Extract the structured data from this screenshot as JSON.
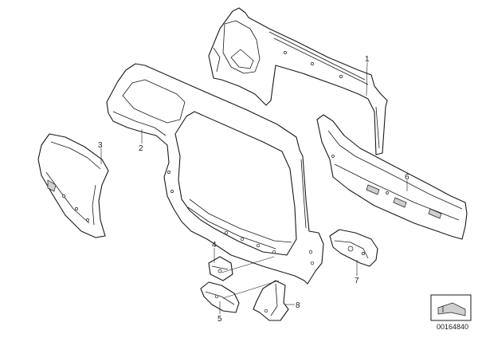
{
  "callouts": {
    "c1": "1",
    "c2": "2",
    "c3": "3",
    "c4": "4",
    "c5": "5",
    "c6": "6",
    "c7": "7",
    "c8": "8"
  },
  "catalog_number": "00164840"
}
